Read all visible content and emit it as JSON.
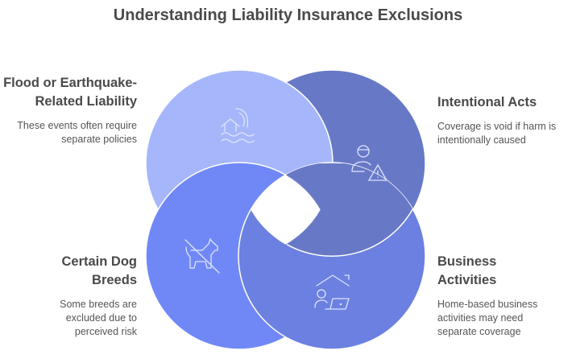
{
  "title": "Understanding Liability Insurance Exclusions",
  "colors": {
    "flood": "#a6b6fa",
    "intentional": "#6779c6",
    "dog": "#7088f6",
    "business": "#6b80e0"
  },
  "items": [
    {
      "heading": "Flood or Earthquake-Related Liability",
      "desc": "These events often require separate policies",
      "icon": "house-flood-icon"
    },
    {
      "heading": "Intentional Acts",
      "desc": "Coverage is void if harm is intentionally caused",
      "icon": "person-warning-icon"
    },
    {
      "heading": "Certain Dog Breeds",
      "desc": "Some breeds are excluded due to perceived risk",
      "icon": "no-dog-icon"
    },
    {
      "heading": "Business Activities",
      "desc": "Home-based business activities may need separate coverage",
      "icon": "home-office-icon"
    }
  ]
}
